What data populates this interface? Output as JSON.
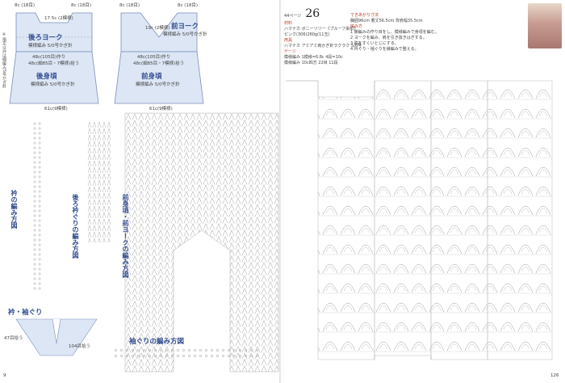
{
  "left_page": {
    "number": "9",
    "vertical_note": "※指定以外は細編み5号かぎ針",
    "back_yoke": {
      "title": "後ろヨーク",
      "subtitle": "模様編み 5/0号かぎ針",
      "top_left": "8c (18目)",
      "top_mid": "17.5c (2模様)",
      "top_right": "8c (18目)",
      "width_label": "48c(105目)作り",
      "width_label2": "48c(細85目・7模様)拾う"
    },
    "back_body": {
      "title": "後身頃",
      "subtitle": "模様編み 5/0号かぎ針",
      "bottom_label": "61c(9模様)"
    },
    "front_yoke": {
      "title": "前ヨーク",
      "subtitle": "模様編み 5/0号かぎ針",
      "top_left": "8c (18目)",
      "top_mid": "19c (2模様)",
      "top_right": "8c (18目)",
      "width_label": "48c(105目)作り",
      "width_label2": "48c(細85目・7模様)拾う"
    },
    "front_body": {
      "title": "前身頃",
      "subtitle": "模様編み 5/0号かぎ針",
      "bottom_label": "61c(9模様)"
    },
    "collar_chart_title": "衿の編み方図",
    "back_collar_chart_title": "後ろ衿ぐりの編み方図",
    "front_neck_chart_title": "前身頃・前ヨークの編み方図",
    "collar_armhole_title": "衿・袖ぐり",
    "armhole_chart_title": "袖ぐりの編み方図",
    "collar_side_label": "47目拾う",
    "collar_side_label2": "104目拾う"
  },
  "right_page": {
    "page_prefix": "44ページ",
    "page_number": "26",
    "materials_heading": "材料",
    "materials_line": "ハマナカ ボニーリリー《プルーフ染め》",
    "materials_line2": "ピンク(306)260g(11玉)",
    "tools_heading": "用具",
    "tools_line": "ハマナカ アミアミ両かぎ針ラクラク 5/0号",
    "gauge_heading": "ゲージ",
    "gauge_line": "模様編み 1模様=6.8c 4段=10c",
    "gauge_line2": "模様編み 10c四方 22目 11段",
    "size_heading": "できあがり寸法",
    "size_line": "胸囲96cm 着丈56.5cm 背肩幅35.5cm",
    "steps_heading": "編み方",
    "steps": [
      "1 鎖編みの作り目をし、模様編みで身頃を編む。",
      "2 ヨークを編み、肩を引き抜きはぎする。",
      "3 脇をすくいとじにする。",
      "4 衿ぐり・袖ぐりを縁編みで整える。"
    ],
    "page_footer": "126"
  }
}
